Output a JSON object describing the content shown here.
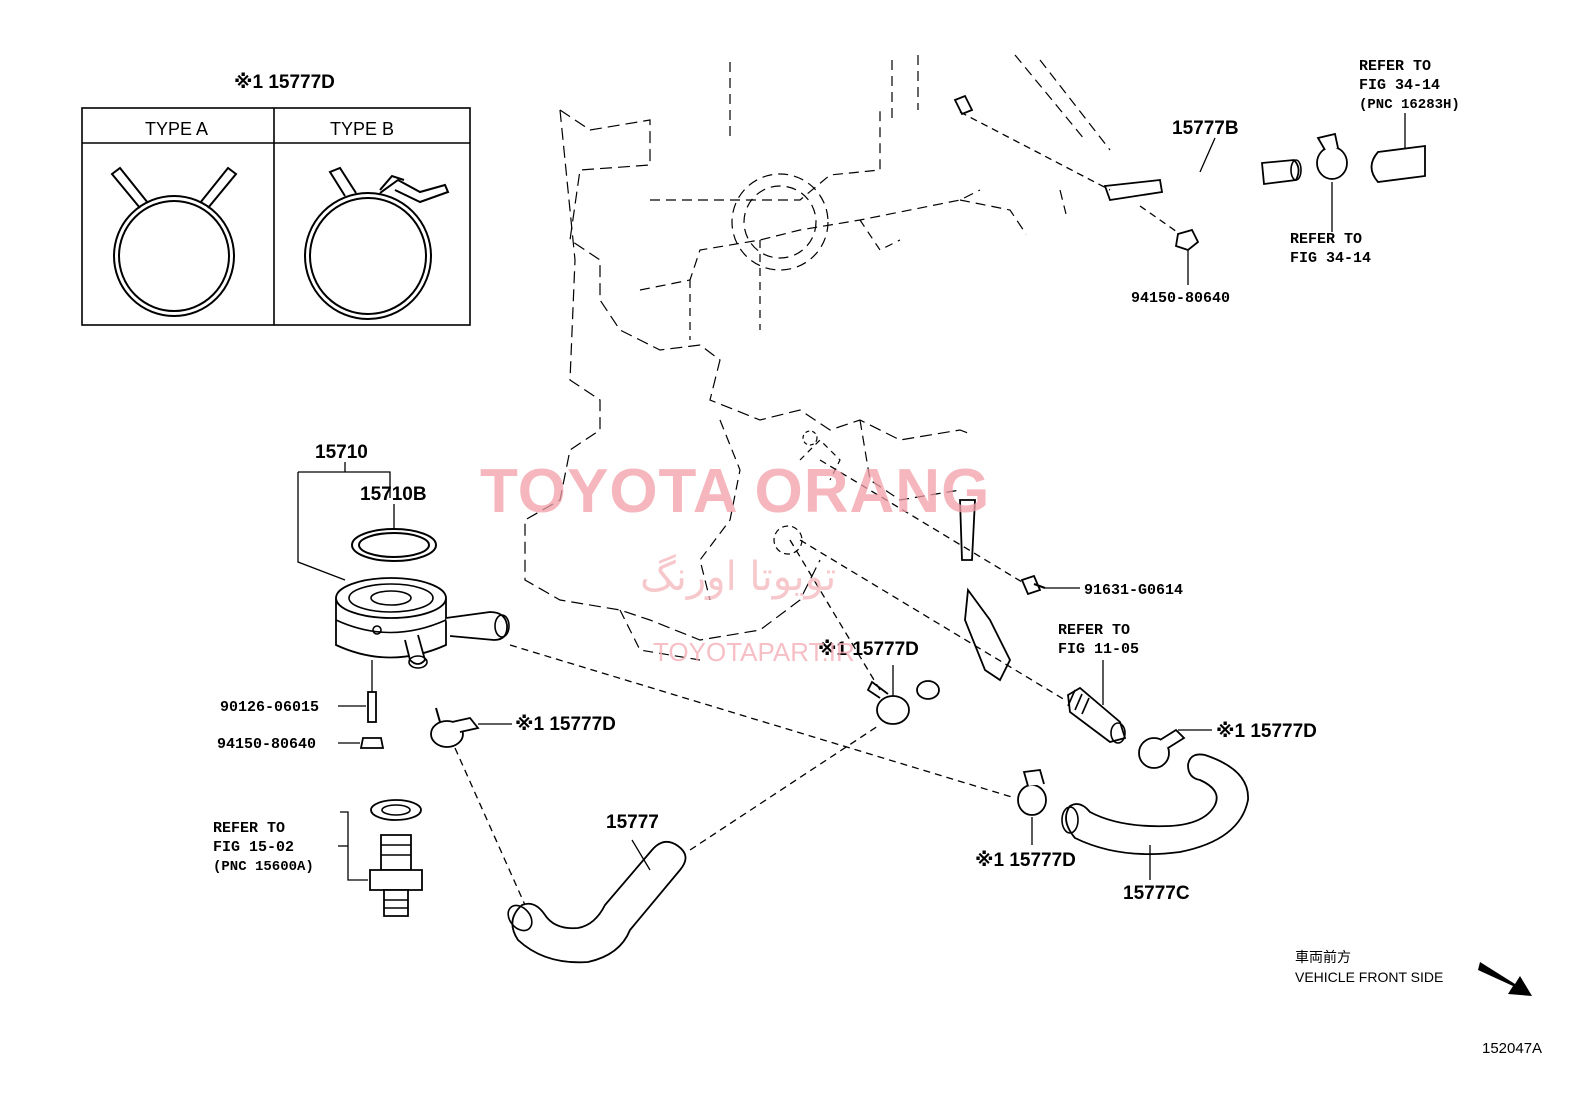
{
  "inset": {
    "title": "※1 15777D",
    "type_a": "TYPE A",
    "type_b": "TYPE B"
  },
  "labels": {
    "p15710": "15710",
    "p15710b": "15710B",
    "p90126": "90126-06015",
    "p94150_left": "94150-80640",
    "p15777": "15777",
    "p15777b": "15777B",
    "p15777c": "15777C",
    "p94150_right": "94150-80640",
    "p91631": "91631-G0614",
    "clamp_left": "※1 15777D",
    "clamp_center": "※1 15777D",
    "clamp_right": "※1 15777D",
    "clamp_bottom": "※1 15777D"
  },
  "refers": {
    "top_right_l1": "REFER TO",
    "top_right_l2": "FIG 34-14",
    "top_right_l3": "(PNC 16283H)",
    "mid_right_l1": "REFER TO",
    "mid_right_l2": "FIG 34-14",
    "fig1105_l1": "REFER TO",
    "fig1105_l2": "FIG 11-05",
    "fig1502_l1": "REFER TO",
    "fig1502_l2": "FIG 15-02",
    "fig1502_l3": "(PNC 15600A)"
  },
  "direction": {
    "jp": "車両前方",
    "en": "VEHICLE FRONT SIDE"
  },
  "figure_code": "152047A",
  "watermark": {
    "main": "TOYOTA ORANG",
    "farsi": "تویوتا اورنگ",
    "site": "TOYOTAPART.IR"
  }
}
